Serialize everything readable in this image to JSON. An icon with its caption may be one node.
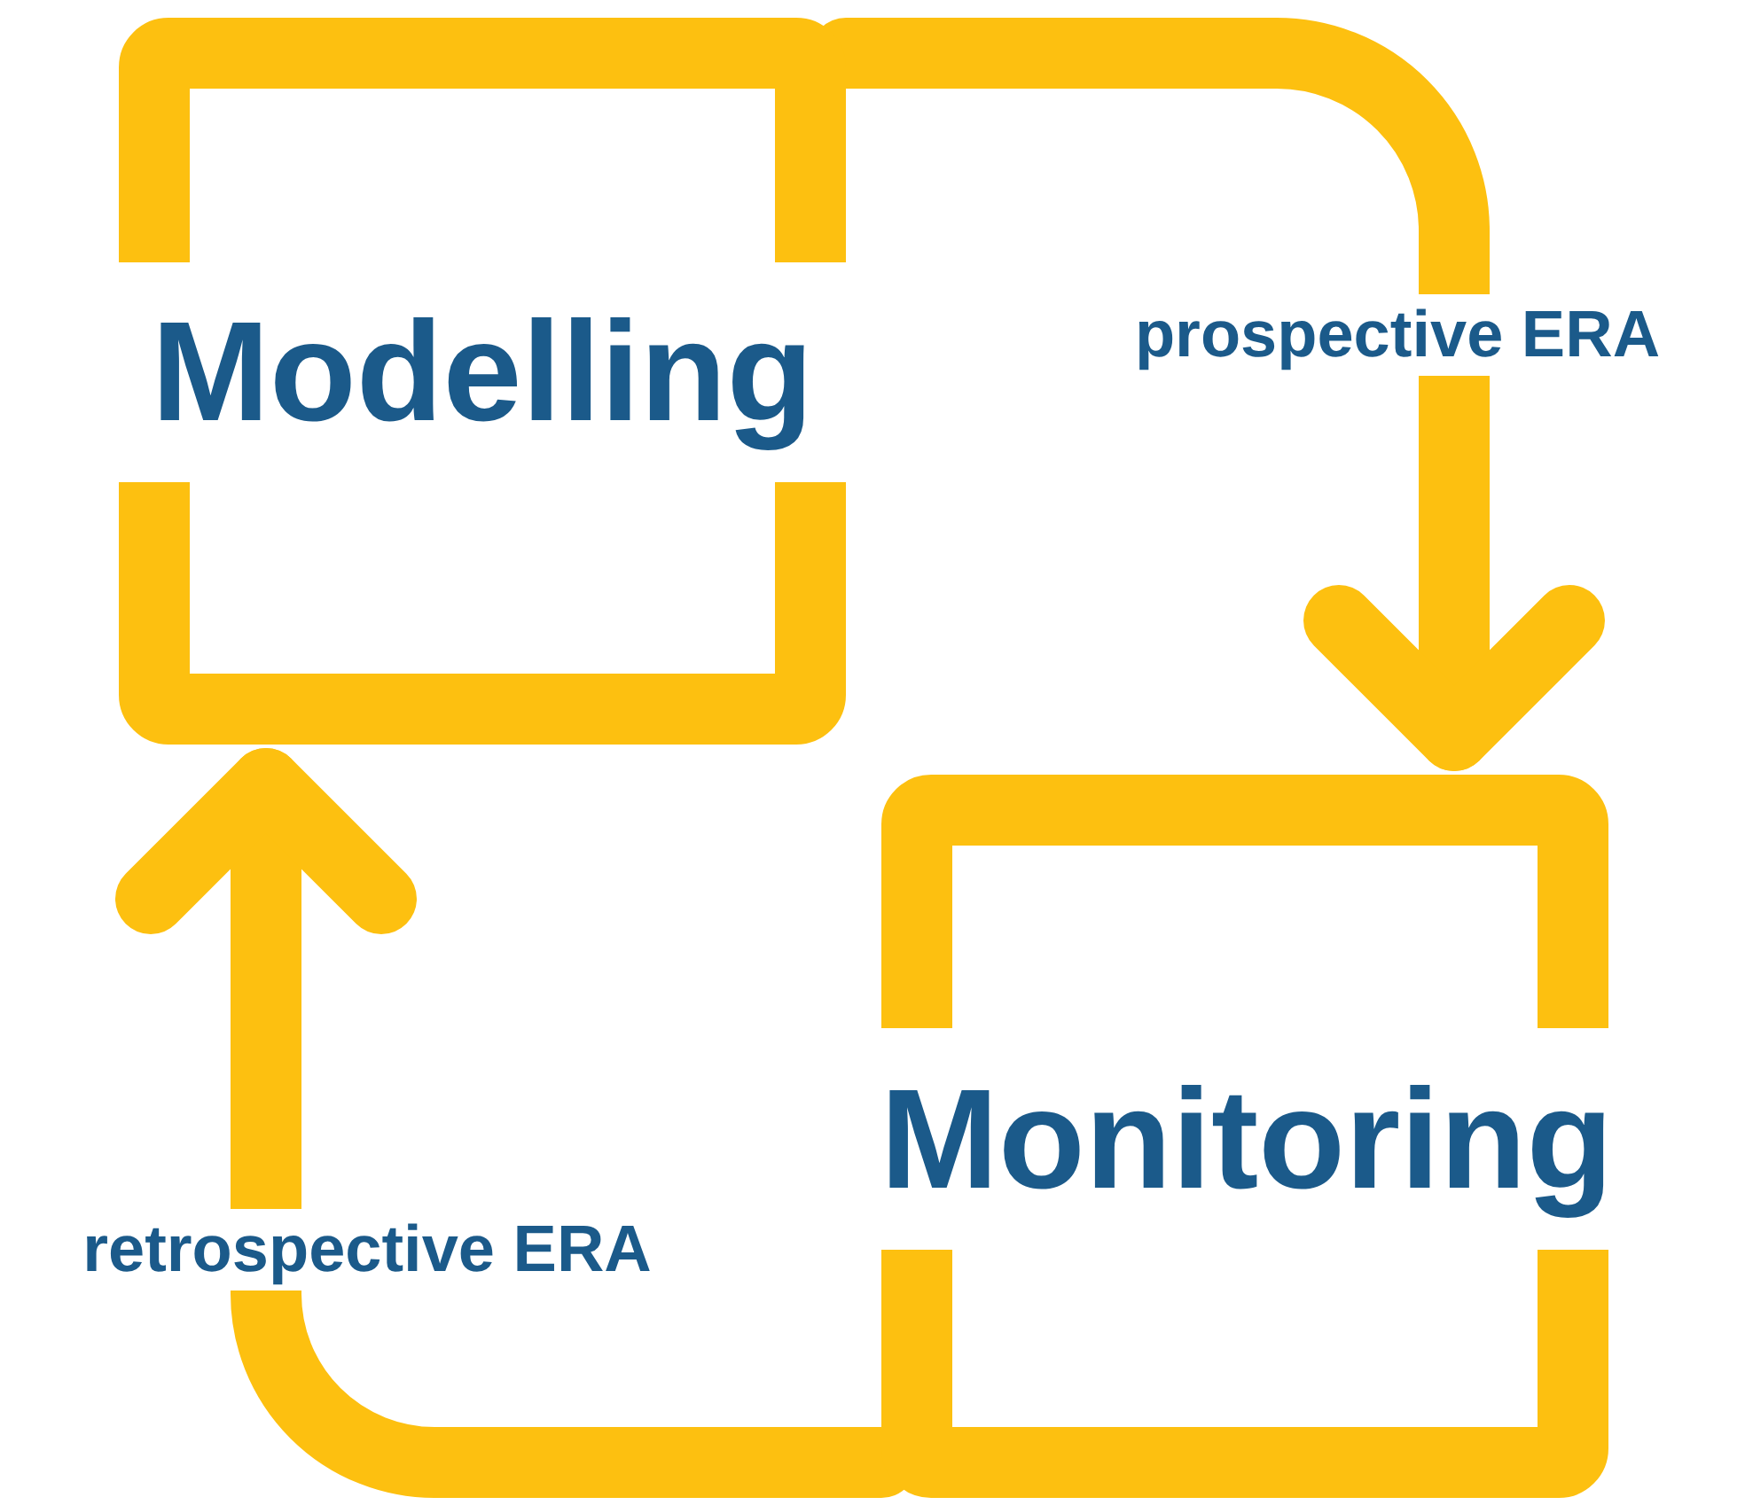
{
  "diagram": {
    "nodes": [
      {
        "text": [
          "Modelling"
        ]
      },
      {
        "text": [
          "Monitoring"
        ]
      }
    ],
    "edges": [
      {
        "from": 0,
        "to": 1,
        "arrow": "to",
        "label": "prospective ERA"
      },
      {
        "from": 1,
        "to": 0,
        "arrow": "to",
        "label": "retrospective ERA"
      }
    ]
  }
}
